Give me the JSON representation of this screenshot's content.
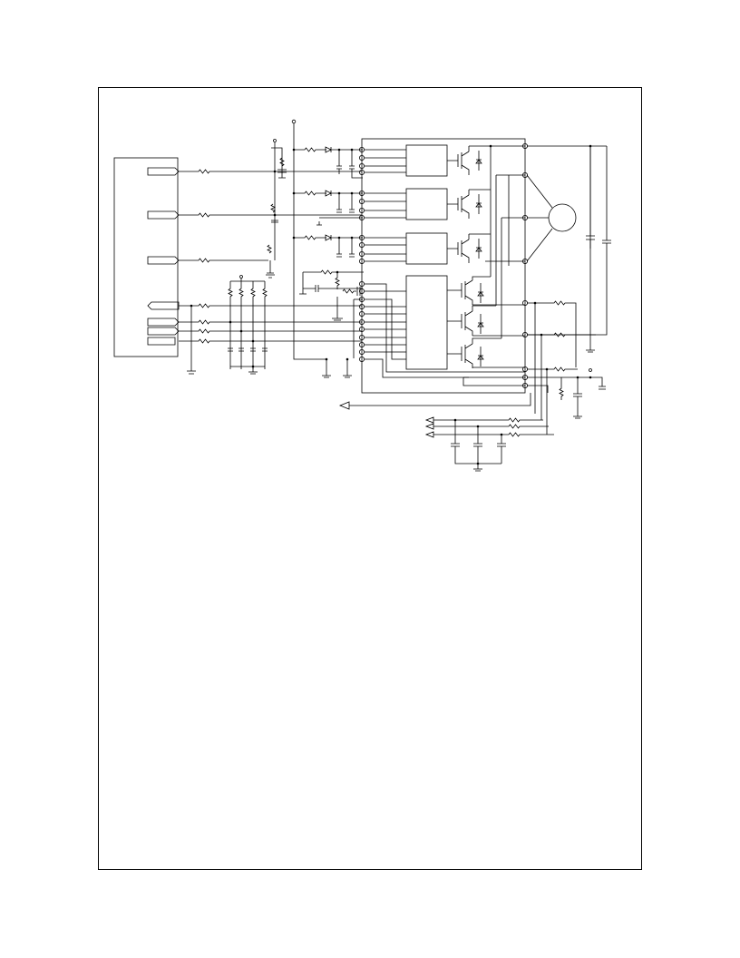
{
  "page": {
    "frame_color": "#000000",
    "line_color": "#000000",
    "background": "#ffffff"
  },
  "schematic": {
    "symbols": [
      "motor",
      "igbt",
      "diode",
      "resistor",
      "capacitor",
      "ground",
      "connector-pin",
      "arrow"
    ],
    "printed_text": []
  }
}
